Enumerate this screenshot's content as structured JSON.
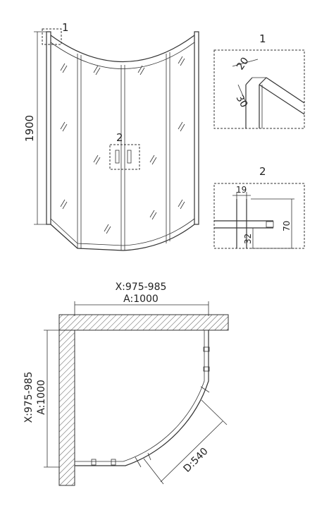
{
  "front_view": {
    "height_label": "1900",
    "callout_1": "1",
    "callout_2": "2"
  },
  "detail_1": {
    "title": "1",
    "dim_a": "20",
    "dim_b": "30"
  },
  "detail_2": {
    "title": "2",
    "dim_width": "19",
    "dim_height": "70",
    "dim_lower": "32"
  },
  "plan_view": {
    "x_range_top": "X:975-985",
    "a_top": "A:1000",
    "x_range_left": "X:975-985",
    "a_left": "A:1000",
    "diagonal": "D:540"
  },
  "colors": {
    "line": "#333333",
    "background": "#ffffff"
  }
}
